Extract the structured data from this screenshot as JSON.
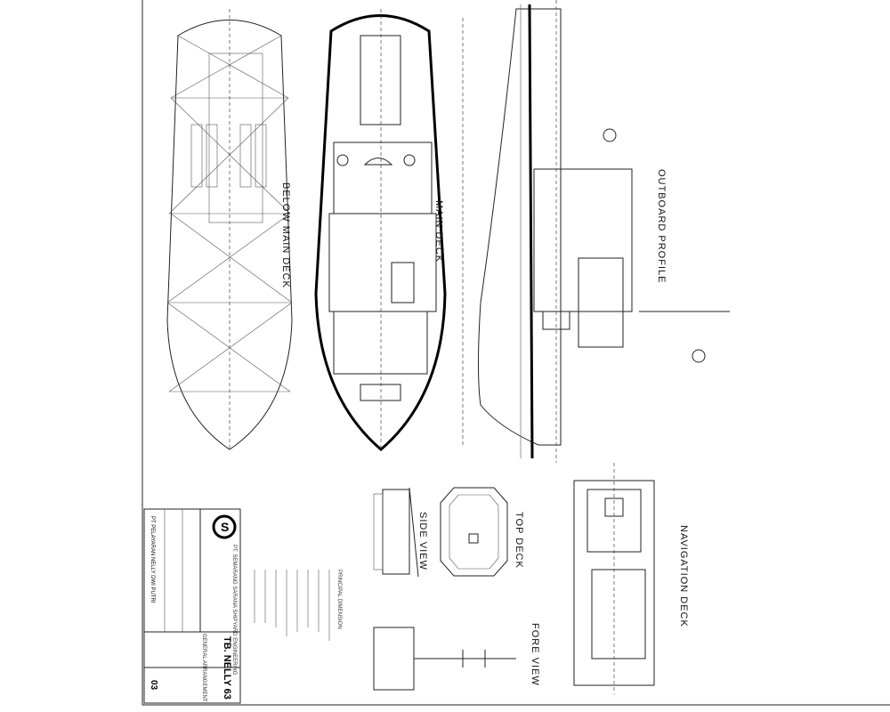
{
  "views": {
    "below_main_deck": "BELOW MAIN DECK",
    "main_deck": "MAIN DECK",
    "outboard_profile": "OUTBOARD PROFILE",
    "navigation_deck": "NAVIGATION DECK",
    "top_deck": "TOP DECK",
    "side_view": "SIDE VIEW",
    "fore_view": "FORE VIEW"
  },
  "title_block": {
    "company": "PT. SEMARANG SARANA SHIPYARD ENGINEERING",
    "vessel": "TB. NELLY 63",
    "drawing_title": "GENERAL ARRANGEMENT",
    "owner": "PT PELAYARAN NELLY DWI PUTRI",
    "sheet_no": "03"
  },
  "principal_dimensions_heading": "PRINCIPAL DIMENSION"
}
